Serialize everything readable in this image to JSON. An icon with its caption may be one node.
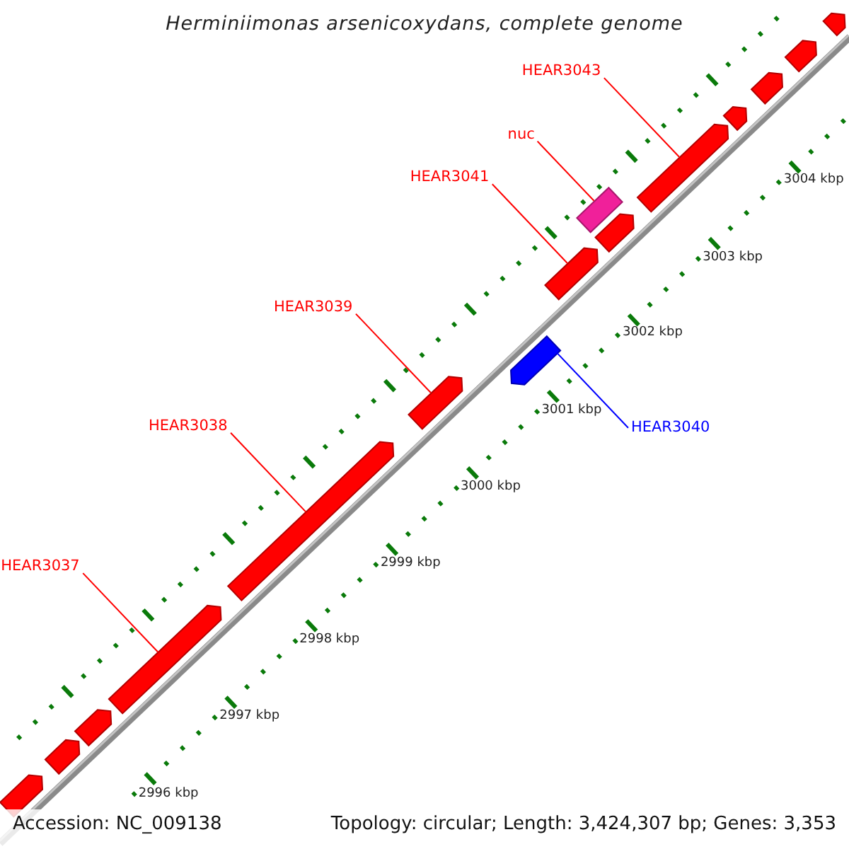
{
  "diagram": {
    "title": "Herminiimonas arsenicoxydans, complete genome",
    "nodes": [
      {
        "text": [
          "HEAR3043"
        ]
      },
      {
        "text": [
          "nuc"
        ]
      },
      {
        "text": [
          "HEAR3041"
        ]
      },
      {
        "text": [
          "HEAR3039"
        ]
      },
      {
        "text": [
          "HEAR3040"
        ]
      },
      {
        "text": [
          "HEAR3038"
        ]
      },
      {
        "text": [
          "HEAR3037"
        ]
      },
      {
        "text": [],
        "shape": "arrow"
      },
      {
        "text": [],
        "shape": "arrow"
      },
      {
        "text": [],
        "shape": "arrow"
      },
      {
        "text": [],
        "shape": "arrow"
      },
      {
        "text": [],
        "shape": "arrow"
      },
      {
        "text": [],
        "shape": "arrow"
      },
      {
        "text": [],
        "shape": "arrow"
      },
      {
        "text": [],
        "shape": "arrow"
      },
      {
        "text": [],
        "shape": "arrow"
      },
      {
        "text": [],
        "shape": "bar"
      },
      {
        "text": [],
        "shape": "arrow"
      },
      {
        "text": [],
        "shape": "arrow"
      },
      {
        "text": [],
        "shape": "arrow"
      },
      {
        "text": [],
        "shape": "arrow"
      },
      {
        "text": [],
        "shape": "arrow"
      }
    ],
    "edges": [
      {
        "from": 0,
        "to": 17,
        "arrow": "none"
      },
      {
        "from": 1,
        "to": 16,
        "arrow": "none"
      },
      {
        "from": 2,
        "to": 14,
        "arrow": "none"
      },
      {
        "from": 3,
        "to": 12,
        "arrow": "none"
      },
      {
        "from": 4,
        "to": 13,
        "arrow": "none",
        "color": "#0000ff"
      },
      {
        "from": 5,
        "to": 11,
        "arrow": "none"
      },
      {
        "from": 6,
        "to": 10,
        "arrow": "none"
      }
    ],
    "labels": [
      "3004 kbp",
      "3003 kbp",
      "3002 kbp",
      "3001 kbp",
      "3000 kbp",
      "2999 kbp",
      "2998 kbp",
      "2997 kbp",
      "2996 kbp",
      "Accession: NC_009138",
      "Topology: circular; Length: 3,424,307 bp; Genes: 3,353"
    ]
  }
}
